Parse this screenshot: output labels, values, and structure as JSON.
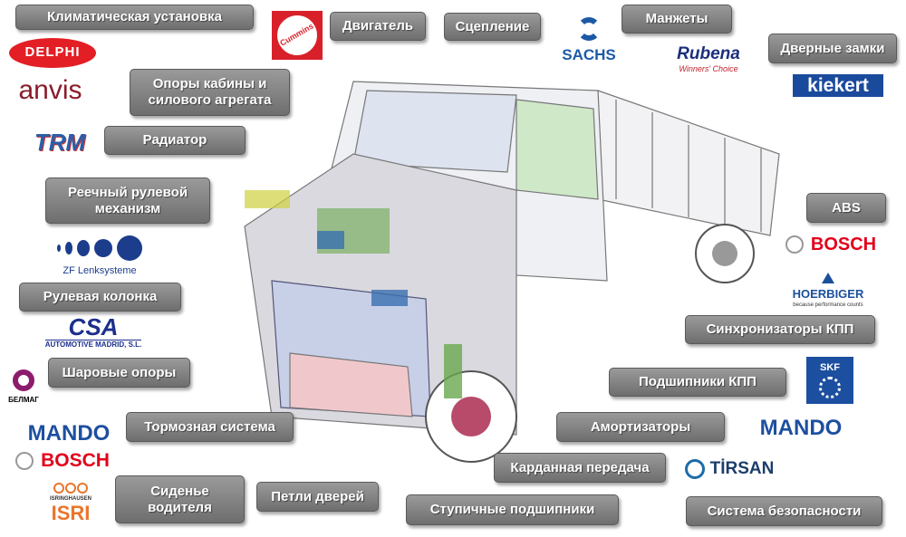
{
  "labels": {
    "climate": "Климатическая установка",
    "engine": "Двигатель",
    "clutch": "Сцепление",
    "seals": "Манжеты",
    "door_locks": "Дверные замки",
    "cab_mounts": "Опоры кабины и силового агрегата",
    "radiator": "Радиатор",
    "steering_rack": "Реечный рулевой механизм",
    "abs": "ABS",
    "steering_column": "Рулевая колонка",
    "synchronizers": "Синхронизаторы КПП",
    "ball_joints": "Шаровые опоры",
    "gearbox_bearings": "Подшипники КПП",
    "brakes": "Тормозная система",
    "shock_absorbers": "Амортизаторы",
    "driveshaft": "Карданная передача",
    "driver_seat": "Сиденье водителя",
    "door_hinges": "Петли дверей",
    "hub_bearings": "Ступичные подшипники",
    "safety_system": "Система безопасности"
  },
  "logos": {
    "delphi": "DELPHI",
    "anvis": "anvis",
    "trm": "TRM",
    "zf_text": "ZF Lenksysteme",
    "csa": "CSA",
    "csa_sub": "AUTOMOTIVE MADRID, S.L.",
    "belmag": "БЕЛМАГ",
    "mando_left": "MANDO",
    "bosch_left": "BOSCH",
    "isri_sub": "ISRINGHAUSEN",
    "isri": "ISRI",
    "cummins": "Cummins",
    "sachs": "SACHS",
    "rubena": "Rubena",
    "rubena_sub": "Winners' Choice",
    "kiekert": "kiekert",
    "bosch_right": "BOSCH",
    "hoerbiger": "HOERBIGER",
    "hoerbiger_sub": "because performance counts",
    "skf": "SKF",
    "mando_right": "MANDO",
    "tirsan": "TİRSAN"
  },
  "colors": {
    "label_bg": "#808080",
    "delphi": "#e31e24",
    "mando": "#1d4fa0",
    "bosch": "#e2001a",
    "sachs": "#1c5aa6",
    "kiekert": "#1a4a9c"
  }
}
